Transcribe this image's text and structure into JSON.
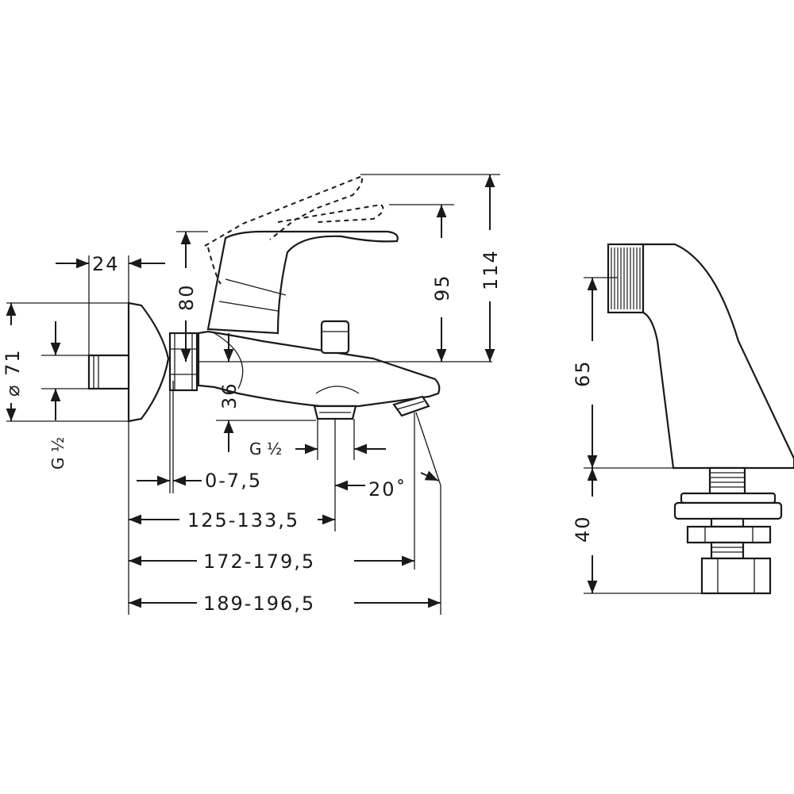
{
  "diagram": {
    "dimensions": {
      "d_24": "24",
      "d_80": "80",
      "d_95": "95",
      "d_114": "114",
      "d_71": "⌀ 71",
      "d_36": "36",
      "d_g_half_left": "G ½",
      "d_g_half_bottom": "G ½",
      "d_0_75": "0-7,5",
      "d_20deg": "20˚",
      "d_125": "125-133,5",
      "d_172": "172-179,5",
      "d_189": "189-196,5",
      "d_65": "65",
      "d_40": "40"
    }
  }
}
